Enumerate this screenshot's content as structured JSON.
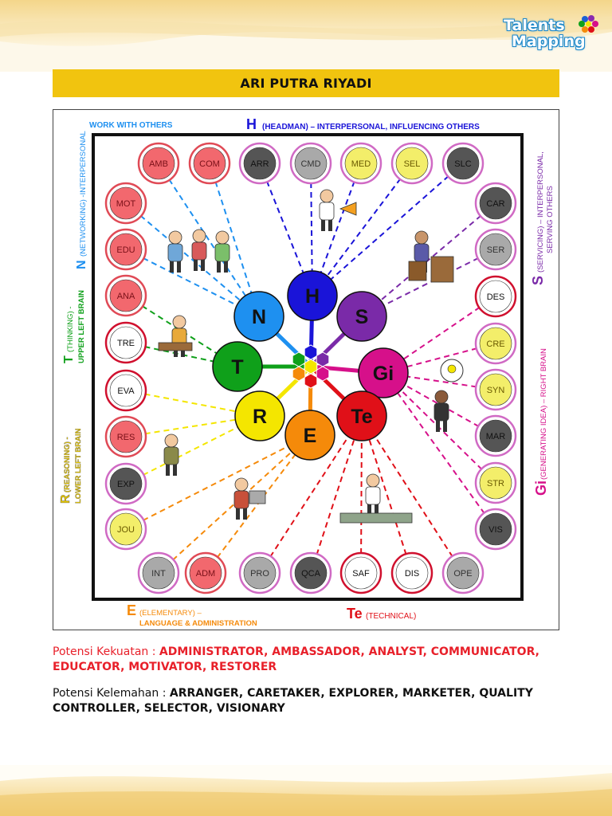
{
  "brand": {
    "line1": "Talents",
    "line2": "Mapping"
  },
  "person_name": "ARI PUTRA RIYADI",
  "diagram": {
    "top_left_label": "WORK WITH OTHERS",
    "top_label_letter": "H",
    "top_label_text": "(HEADMAN) – INTERPERSONAL, INFLUENCING OTHERS",
    "left_n_letter": "N",
    "left_n_text": "(NETWORKING) -INTERPERSONAL",
    "left_t_letter": "T",
    "left_t_text1": "(THINKING) -",
    "left_t_text2": "UPPER LEFT BRAIN",
    "left_r_letter": "R",
    "left_r_text1": "(REASONING) -",
    "left_r_text2": "LOWER LEFT BRAIN",
    "right_s_letter": "S",
    "right_s_text1": "(SERVICING) – INTERPERSONAL,",
    "right_s_text2": "SERVING OTHERS",
    "right_gi_letter": "Gi",
    "right_gi_text": "(GENERATING IDEA) – RIGHT BRAIN",
    "bottom_e_letter": "E",
    "bottom_e_text1": "(ELEMENTARY) –",
    "bottom_e_text2": "LANGUAGE & ADMINISTRATION",
    "bottom_te_letter": "Te",
    "bottom_te_text": "(TECHNICAL)",
    "cluster": [
      {
        "label": "H",
        "color": "#1a14d8"
      },
      {
        "label": "S",
        "color": "#7a2aa8"
      },
      {
        "label": "Gi",
        "color": "#d6108a"
      },
      {
        "label": "Te",
        "color": "#e01018"
      },
      {
        "label": "E",
        "color": "#f58a0a"
      },
      {
        "label": "R",
        "color": "#f4e600"
      },
      {
        "label": "T",
        "color": "#0fa01a"
      },
      {
        "label": "N",
        "color": "#1e90f0"
      }
    ],
    "talents": [
      {
        "code": "AMB",
        "status": "strength",
        "group": "N"
      },
      {
        "code": "COM",
        "status": "strength",
        "group": "N"
      },
      {
        "code": "ARR",
        "status": "weakness",
        "group": "H"
      },
      {
        "code": "CMD",
        "status": "neutral",
        "group": "H"
      },
      {
        "code": "MED",
        "status": "middle",
        "group": "H"
      },
      {
        "code": "SEL",
        "status": "middle",
        "group": "H"
      },
      {
        "code": "SLC",
        "status": "weakness",
        "group": "H"
      },
      {
        "code": "MOT",
        "status": "strength",
        "group": "N"
      },
      {
        "code": "EDU",
        "status": "strength",
        "group": "N"
      },
      {
        "code": "CAR",
        "status": "weakness",
        "group": "S"
      },
      {
        "code": "SER",
        "status": "neutral",
        "group": "S"
      },
      {
        "code": "ANA",
        "status": "strength",
        "group": "T"
      },
      {
        "code": "DES",
        "status": "white",
        "group": "Gi"
      },
      {
        "code": "TRE",
        "status": "white",
        "group": "T"
      },
      {
        "code": "CRE",
        "status": "middle",
        "group": "Gi"
      },
      {
        "code": "EVA",
        "status": "white",
        "group": "R"
      },
      {
        "code": "SYN",
        "status": "middle",
        "group": "Gi"
      },
      {
        "code": "RES",
        "status": "strength",
        "group": "R"
      },
      {
        "code": "MAR",
        "status": "weakness",
        "group": "Gi"
      },
      {
        "code": "EXP",
        "status": "weakness",
        "group": "R"
      },
      {
        "code": "STR",
        "status": "middle",
        "group": "Gi"
      },
      {
        "code": "JOU",
        "status": "middle",
        "group": "E"
      },
      {
        "code": "VIS",
        "status": "weakness",
        "group": "Gi"
      },
      {
        "code": "INT",
        "status": "neutral",
        "group": "E"
      },
      {
        "code": "ADM",
        "status": "strength",
        "group": "E"
      },
      {
        "code": "PRO",
        "status": "neutral",
        "group": "Te"
      },
      {
        "code": "QCA",
        "status": "weakness",
        "group": "Te"
      },
      {
        "code": "SAF",
        "status": "white",
        "group": "Te"
      },
      {
        "code": "DIS",
        "status": "white",
        "group": "Te"
      },
      {
        "code": "OPE",
        "status": "neutral",
        "group": "Te"
      }
    ],
    "status_colors": {
      "strength": {
        "fill": "#f2686e",
        "ring": "#e04a56",
        "text": "#7a1018"
      },
      "weakness": {
        "fill": "#555555",
        "ring": "#d06ac4",
        "text": "#111111"
      },
      "neutral": {
        "fill": "#a9a9a9",
        "ring": "#d06ac4",
        "text": "#333333"
      },
      "middle": {
        "fill": "#f3ee6a",
        "ring": "#d06ac4",
        "text": "#6a5a00"
      },
      "white": {
        "fill": "#ffffff",
        "ring": "#d0102e",
        "text": "#111111"
      }
    }
  },
  "summary": {
    "strength_label": "Potensi Kekuatan : ",
    "strength_value": "ADMINISTRATOR, AMBASSADOR, ANALYST, COMMUNICATOR, EDUCATOR, MOTIVATOR, RESTORER",
    "weakness_label": "Potensi Kelemahan : ",
    "weakness_value": "ARRANGER, CARETAKER, EXPLORER, MARKETER, QUALITY CONTROLLER, SELECTOR, VISIONARY"
  }
}
